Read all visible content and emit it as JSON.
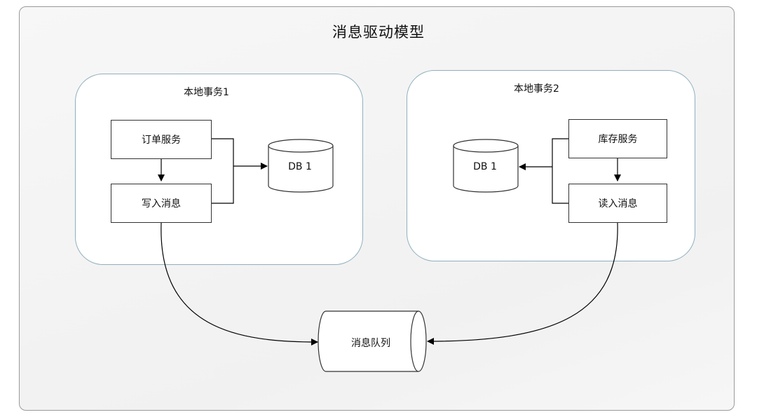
{
  "diagram": {
    "title": "消息驱动模型",
    "transaction_1": {
      "label": "本地事务1",
      "service": "订单服务",
      "message": "写入消息",
      "db": "DB 1"
    },
    "transaction_2": {
      "label": "本地事务2",
      "service": "库存服务",
      "message": "读入消息",
      "db": "DB 1"
    },
    "queue": "消息队列"
  }
}
